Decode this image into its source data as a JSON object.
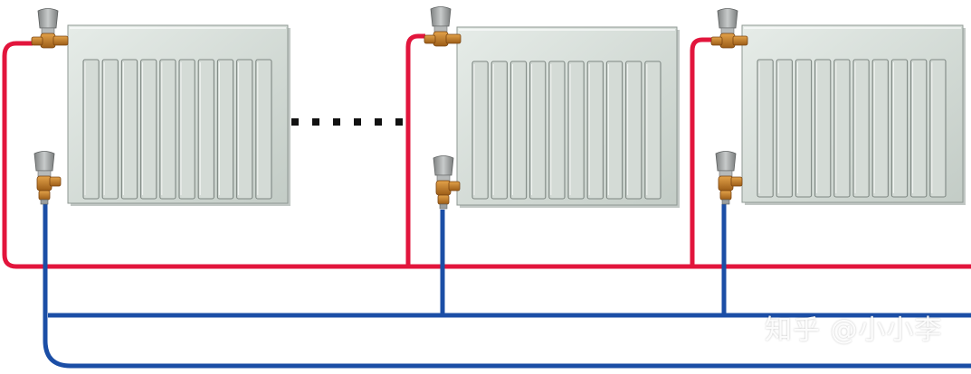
{
  "colors": {
    "supply_pipe": "#e2153c",
    "return_pipe": "#1b4ea6",
    "radiator_face": "#d6ddd8",
    "radiator_shade": "#b9c3bd",
    "valve_brass": "#c9822a",
    "valve_cap": "#9a9c9c",
    "dots": "#111111"
  },
  "icons": {
    "radiator": "radiator-icon",
    "thermostatic_valve": "thermostatic-valve-icon",
    "return_valve": "return-valve-icon"
  },
  "diagram": {
    "radiators": [
      {
        "name": "radiator-1"
      },
      {
        "name": "radiator-2"
      },
      {
        "name": "radiator-3"
      }
    ],
    "fins_per_radiator": 10,
    "continuation_dots": 6
  },
  "watermark": "知乎 @小小李"
}
